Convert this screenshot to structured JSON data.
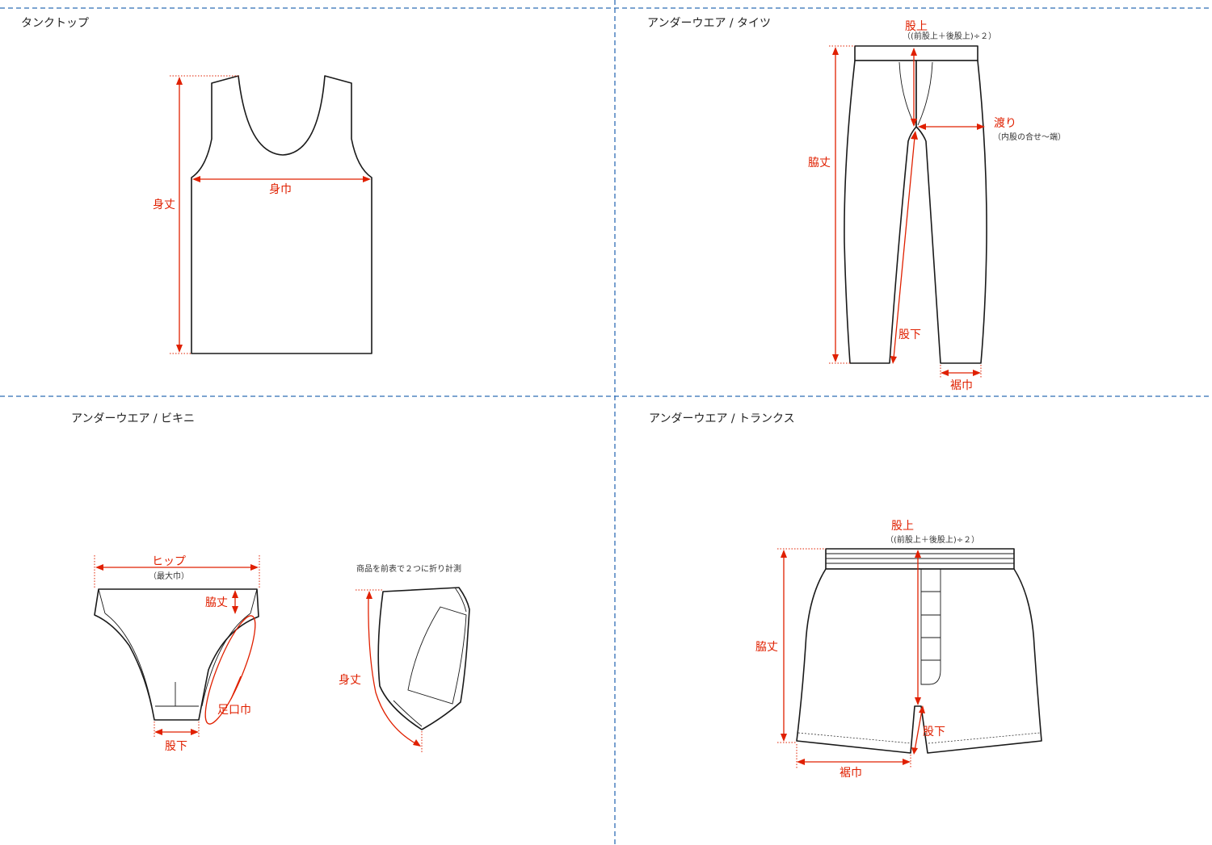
{
  "colors": {
    "measure": "#e02000",
    "outline": "#1a1a1a",
    "divider": "#2f6db5"
  },
  "panels": {
    "tank": {
      "title": "タンクトップ",
      "labels": {
        "length": "身丈",
        "width": "身巾"
      }
    },
    "tights": {
      "title": "アンダーウエア / タイツ",
      "labels": {
        "rise": "股上",
        "rise_note": "（(前股上＋後股上)÷２）",
        "thigh": "渡り",
        "thigh_note": "（内股の合せ〜端）",
        "side_length": "脇丈",
        "inseam": "股下",
        "hem": "裾巾"
      }
    },
    "bikini": {
      "title": "アンダーウエア / ビキニ",
      "labels": {
        "hip": "ヒップ",
        "hip_note": "（最大巾）",
        "side_length": "脇丈",
        "leg_opening": "足口巾",
        "inseam": "股下",
        "body_length": "身丈",
        "fold_note": "商品を前表で２つに折り計測"
      }
    },
    "trunks": {
      "title": "アンダーウエア / トランクス",
      "labels": {
        "rise": "股上",
        "rise_note": "（(前股上＋後股上)÷２）",
        "side_length": "脇丈",
        "inseam": "股下",
        "hem": "裾巾"
      }
    }
  }
}
